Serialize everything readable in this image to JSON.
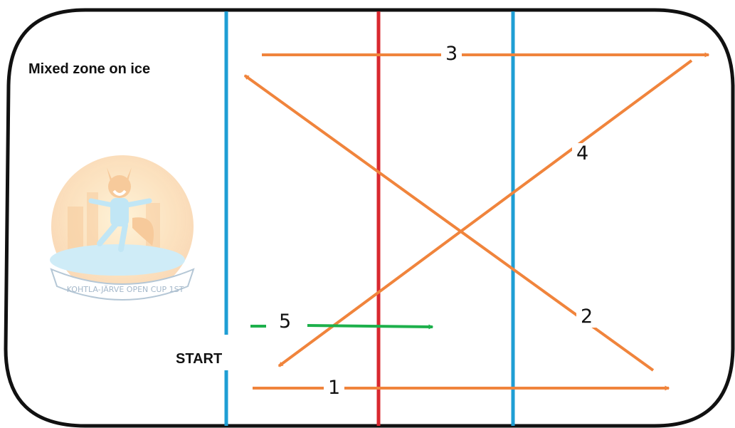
{
  "title": "Mixed zone on ice",
  "start_label": "START",
  "logo": {
    "text": "KOHTLA-JÄRVE OPEN CUP 1ST",
    "icon": "fox-skater-logo"
  },
  "paths": [
    {
      "number": "1",
      "color": "#F0843C"
    },
    {
      "number": "2",
      "color": "#F0843C"
    },
    {
      "number": "3",
      "color": "#F0843C"
    },
    {
      "number": "4",
      "color": "#F0843C"
    },
    {
      "number": "5",
      "color": "#1DB04B"
    }
  ],
  "lines": {
    "blue": "#1F9ED4",
    "red": "#D9282F",
    "border": "#111111"
  }
}
